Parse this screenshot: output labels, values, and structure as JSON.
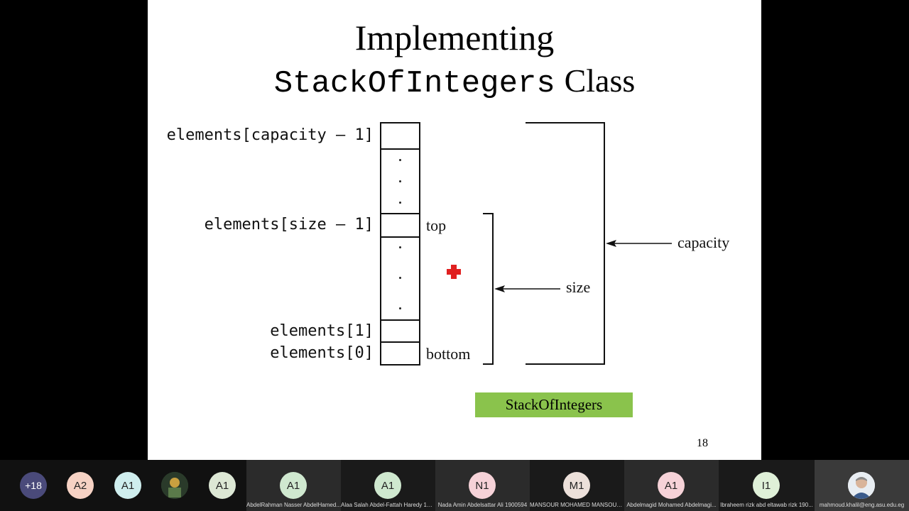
{
  "slide": {
    "title_line1": "Implementing",
    "title_class_name": "StackOfIntegers",
    "title_class_word": "Class",
    "labels": {
      "capacity_minus_1": "elements[capacity – 1]",
      "size_minus_1": "elements[size – 1]",
      "elem1": "elements[1]",
      "elem0": "elements[0]",
      "top": "top",
      "bottom": "bottom",
      "size": "size",
      "capacity": "capacity"
    },
    "class_box": "StackOfIntegers",
    "page_number": "18"
  },
  "participants": {
    "overflow_count": "+18",
    "bubbles": [
      {
        "initials": "A2",
        "color": "#f6d2c4"
      },
      {
        "initials": "A1",
        "color": "#cfeeee"
      },
      {
        "initials": "",
        "color": "#3a5a3a",
        "icon": "photo-avatar"
      },
      {
        "initials": "A1",
        "color": "#dde8d5"
      }
    ],
    "tiles": [
      {
        "initials": "A1",
        "color": "#cfe8cf",
        "name": "AbdelRahman Nasser AbdelHamed..."
      },
      {
        "initials": "A1",
        "color": "#cfe8cf",
        "name": "Alaa Salah Abdel-Fattah Haredy 190..."
      },
      {
        "initials": "N1",
        "color": "#f6d2d8",
        "name": "Nada Amin Abdelsattar Ali 1900594"
      },
      {
        "initials": "M1",
        "color": "#ece0da",
        "name": "MANSOUR MOHAMED MANSOUR..."
      },
      {
        "initials": "A1",
        "color": "#f6d2d8",
        "name": "Abdelmagid Mohamed Abdelmagi..."
      },
      {
        "initials": "I1",
        "color": "#dff0d8",
        "name": "Ibraheem rizk abd eltawab rizk 190..."
      },
      {
        "initials": "",
        "color": "#ffffff",
        "icon": "user-photo",
        "name": "mahmoud.khalil@eng.asu.edu.eg"
      }
    ]
  }
}
